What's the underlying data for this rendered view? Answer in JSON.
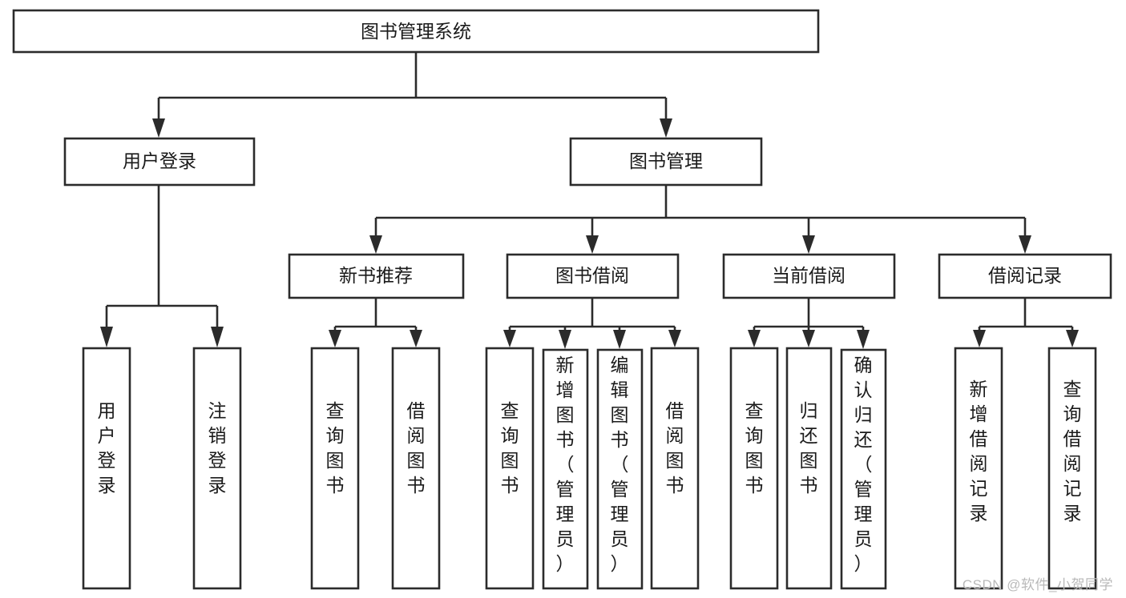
{
  "diagram": {
    "type": "tree-hierarchy",
    "title": "图书管理系统",
    "watermark": "CSDN @软件_小贺同学",
    "colors": {
      "background": "#ffffff",
      "box_fill": "#ffffff",
      "box_stroke": "#2b2b2b",
      "text": "#1a1a1a",
      "watermark": "#b9b9b9"
    },
    "root": {
      "id": "root",
      "label": "图书管理系统",
      "orientation": "horizontal"
    },
    "level2": [
      {
        "id": "user-login",
        "label": "用户登录",
        "orientation": "horizontal"
      },
      {
        "id": "book-management",
        "label": "图书管理",
        "orientation": "horizontal"
      }
    ],
    "level3": [
      {
        "id": "new-book-recommend",
        "label": "新书推荐",
        "parent": "book-management",
        "orientation": "horizontal"
      },
      {
        "id": "book-borrow",
        "label": "图书借阅",
        "parent": "book-management",
        "orientation": "horizontal"
      },
      {
        "id": "current-borrow",
        "label": "当前借阅",
        "parent": "book-management",
        "orientation": "horizontal"
      },
      {
        "id": "borrow-record",
        "label": "借阅记录",
        "parent": "book-management",
        "orientation": "horizontal"
      }
    ],
    "leaves": [
      {
        "id": "leaf-user-login",
        "label": "用户登录",
        "parent": "user-login",
        "orientation": "vertical"
      },
      {
        "id": "leaf-logout-login",
        "label": "注销登录",
        "parent": "user-login",
        "orientation": "vertical"
      },
      {
        "id": "leaf-query-book-1",
        "label": "查询图书",
        "parent": "new-book-recommend",
        "orientation": "vertical"
      },
      {
        "id": "leaf-borrow-book-1",
        "label": "借阅图书",
        "parent": "new-book-recommend",
        "orientation": "vertical"
      },
      {
        "id": "leaf-query-book-2",
        "label": "查询图书",
        "parent": "book-borrow",
        "orientation": "vertical"
      },
      {
        "id": "leaf-add-book",
        "label": "新增图书（管理员）",
        "parent": "book-borrow",
        "orientation": "vertical"
      },
      {
        "id": "leaf-edit-book",
        "label": "编辑图书（管理员）",
        "parent": "book-borrow",
        "orientation": "vertical"
      },
      {
        "id": "leaf-borrow-book-2",
        "label": "借阅图书",
        "parent": "book-borrow",
        "orientation": "vertical"
      },
      {
        "id": "leaf-query-book-3",
        "label": "查询图书",
        "parent": "current-borrow",
        "orientation": "vertical"
      },
      {
        "id": "leaf-return-book",
        "label": "归还图书",
        "parent": "current-borrow",
        "orientation": "vertical"
      },
      {
        "id": "leaf-confirm-return",
        "label": "确认归还（管理员）",
        "parent": "current-borrow",
        "orientation": "vertical"
      },
      {
        "id": "leaf-add-record",
        "label": "新增借阅记录",
        "parent": "borrow-record",
        "orientation": "vertical"
      },
      {
        "id": "leaf-query-record",
        "label": "查询借阅记录",
        "parent": "borrow-record",
        "orientation": "vertical"
      }
    ]
  }
}
